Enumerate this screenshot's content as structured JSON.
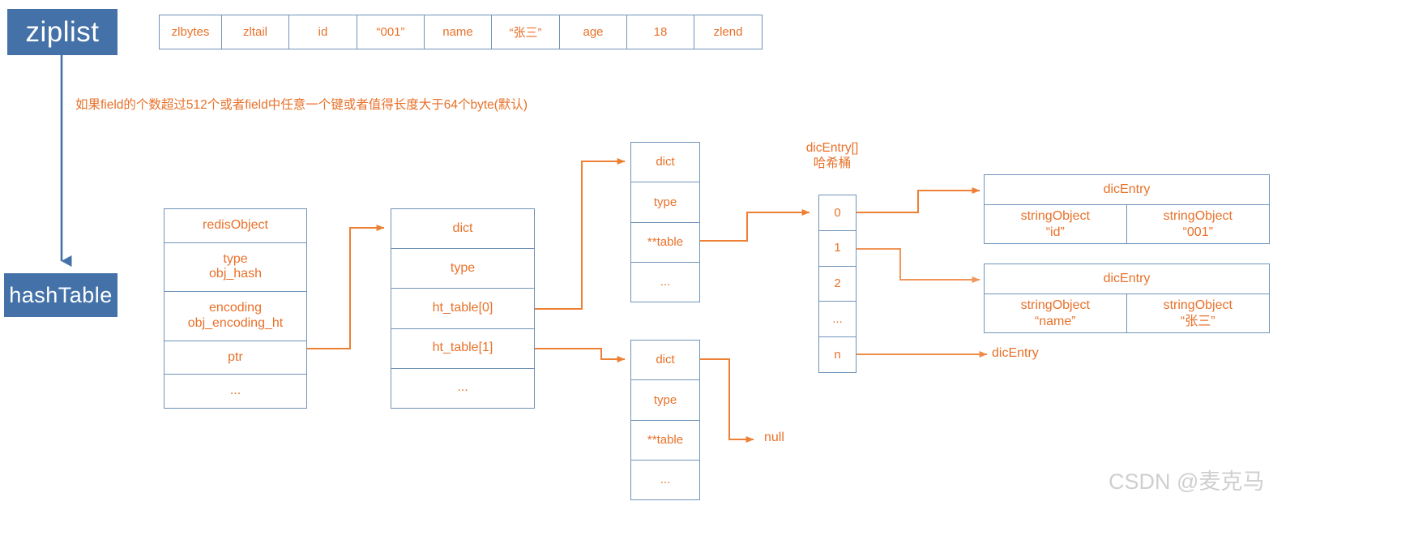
{
  "diagram": {
    "title": "Redis hash encoding: ziplist to hashTable",
    "colors": {
      "box_fill": "#4472a8",
      "box_text": "#ffffff",
      "struct_border": "#6f93b8",
      "struct_text": "#e8712a",
      "arrow": "#ed8034",
      "blue_arrow": "#4472a8",
      "watermark": "#cfcfcf"
    }
  },
  "nodes": {
    "ziplist_label": "ziplist",
    "hashtable_label": "hashTable"
  },
  "ziplist_cells": [
    {
      "text": "zlbytes",
      "width": 77
    },
    {
      "text": "zltail",
      "width": 83
    },
    {
      "text": "id",
      "width": 84
    },
    {
      "text": "“001”",
      "width": 83
    },
    {
      "text": "name",
      "width": 83
    },
    {
      "text": "“张三”",
      "width": 84
    },
    {
      "text": "age",
      "width": 83
    },
    {
      "text": "18",
      "width": 83
    },
    {
      "text": "zlend",
      "width": 83
    }
  ],
  "condition_note": "如果field的个数超过512个或者field中任意一个键或者值得长度大于64个byte(默认)",
  "redis_object": {
    "rows": [
      {
        "line1": "redisObject",
        "line2": ""
      },
      {
        "line1": "type",
        "line2": "obj_hash"
      },
      {
        "line1": "encoding",
        "line2": "obj_encoding_ht"
      },
      {
        "line1": "ptr",
        "line2": ""
      },
      {
        "line1": "...",
        "line2": ""
      }
    ]
  },
  "dict_main": {
    "rows": [
      {
        "line1": "dict",
        "line2": ""
      },
      {
        "line1": "type",
        "line2": ""
      },
      {
        "line1": "ht_table[0]",
        "line2": ""
      },
      {
        "line1": "ht_table[1]",
        "line2": ""
      },
      {
        "line1": "...",
        "line2": ""
      }
    ]
  },
  "dict_ht0": {
    "rows": [
      {
        "line1": "dict",
        "line2": ""
      },
      {
        "line1": "type",
        "line2": ""
      },
      {
        "line1": "**table",
        "line2": ""
      },
      {
        "line1": "...",
        "line2": ""
      }
    ]
  },
  "dict_ht1": {
    "rows": [
      {
        "line1": "dict",
        "line2": ""
      },
      {
        "line1": "type",
        "line2": ""
      },
      {
        "line1": "**table",
        "line2": ""
      },
      {
        "line1": "...",
        "line2": ""
      }
    ]
  },
  "bucket": {
    "caption_line1": "dicEntry[]",
    "caption_line2": "哈希桶",
    "slots": [
      {
        "label": "0"
      },
      {
        "label": "1"
      },
      {
        "label": "2"
      },
      {
        "label": "..."
      },
      {
        "label": "n"
      }
    ]
  },
  "dic_entries": [
    {
      "title": "dicEntry",
      "key": {
        "line1": "stringObject",
        "line2": "“id”"
      },
      "value": {
        "line1": "stringObject",
        "line2": "“001”"
      }
    },
    {
      "title": "dicEntry",
      "key": {
        "line1": "stringObject",
        "line2": "“name”"
      },
      "value": {
        "line1": "stringObject",
        "line2": "“张三”"
      }
    }
  ],
  "loose_labels": {
    "null_label": "null",
    "dicentry_tail": "dicEntry"
  },
  "watermark": "CSDN @麦克马"
}
